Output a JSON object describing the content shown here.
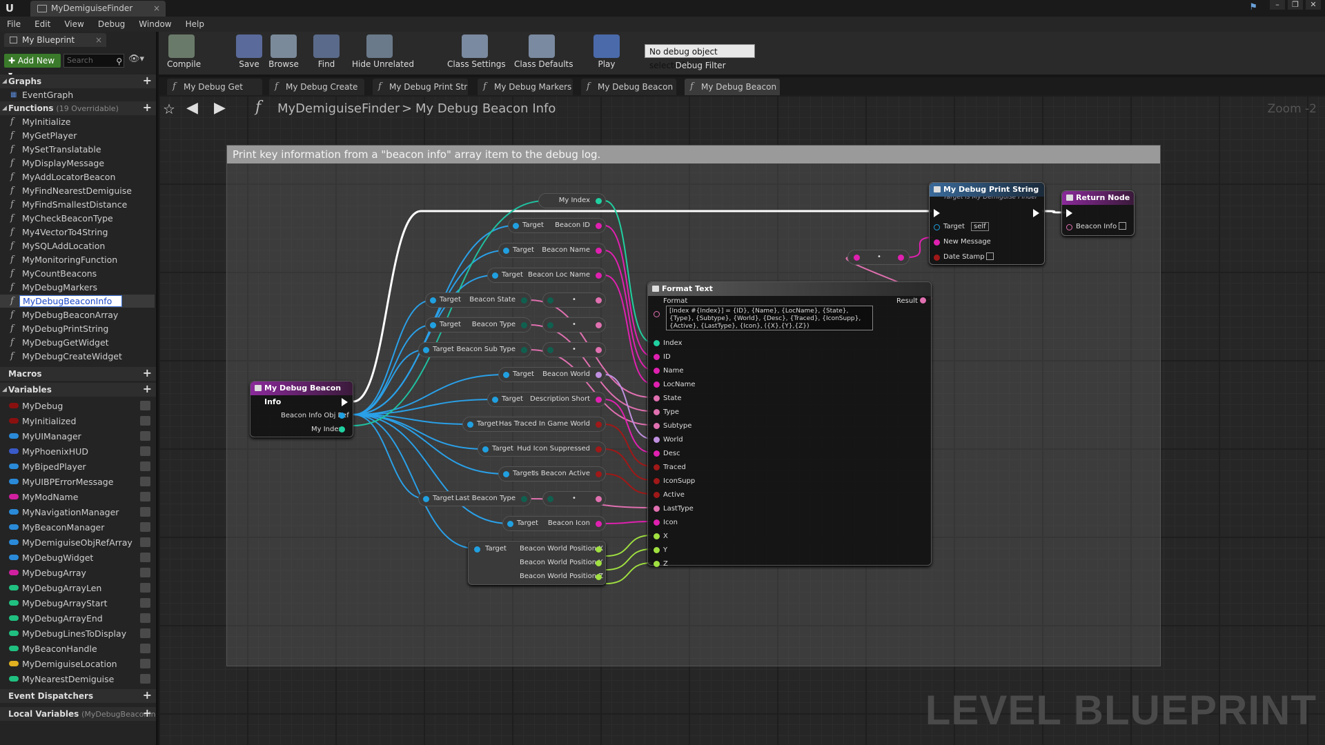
{
  "window": {
    "app_logo": "U",
    "doc_tab": "MyDemiguiseFinder"
  },
  "menu": [
    "File",
    "Edit",
    "View",
    "Debug",
    "Window",
    "Help"
  ],
  "left": {
    "bp_tab": "My Blueprint",
    "add_new": "Add New",
    "search_placeholder": "Search",
    "graphs_header": "Graphs",
    "event_graph": "EventGraph",
    "functions_header": "Functions",
    "functions_sub": "(19 Overridable)",
    "functions": [
      "MyInitialize",
      "MyGetPlayer",
      "MySetTranslatable",
      "MyDisplayMessage",
      "MyAddLocatorBeacon",
      "MyFindNearestDemiguise",
      "MyFindSmallestDistance",
      "MyCheckBeaconType",
      "My4VectorTo4String",
      "MySQLAddLocation",
      "MyMonitoringFunction",
      "MyCountBeacons",
      "MyDebugMarkers",
      "MyDebugBeaconInfo",
      "MyDebugBeaconArray",
      "MyDebugPrintString",
      "MyDebugGetWidget",
      "MyDebugCreateWidget"
    ],
    "selected_function": "MyDebugBeaconInfo",
    "macros_header": "Macros",
    "variables_header": "Variables",
    "variables": [
      {
        "name": "MyDebug",
        "color": "#8a1010"
      },
      {
        "name": "MyInitialized",
        "color": "#8a1010"
      },
      {
        "name": "MyUIManager",
        "color": "#2a8ad8"
      },
      {
        "name": "MyPhoenixHUD",
        "color": "#3a5ac8"
      },
      {
        "name": "MyBipedPlayer",
        "color": "#2a8ad8"
      },
      {
        "name": "MyUIBPErrorMessage",
        "color": "#2a8ad8"
      },
      {
        "name": "MyModName",
        "color": "#d020a0"
      },
      {
        "name": "MyNavigationManager",
        "color": "#2a8ad8"
      },
      {
        "name": "MyBeaconManager",
        "color": "#2a8ad8"
      },
      {
        "name": "MyDemiguiseObjRefArray",
        "color": "#2a8ad8"
      },
      {
        "name": "MyDebugWidget",
        "color": "#2a8ad8"
      },
      {
        "name": "MyDebugArray",
        "color": "#d020a0"
      },
      {
        "name": "MyDebugArrayLen",
        "color": "#20c080"
      },
      {
        "name": "MyDebugArrayStart",
        "color": "#20c080"
      },
      {
        "name": "MyDebugArrayEnd",
        "color": "#20c080"
      },
      {
        "name": "MyDebugLinesToDisplay",
        "color": "#20c080"
      },
      {
        "name": "MyBeaconHandle",
        "color": "#20c080"
      },
      {
        "name": "MyDemiguiseLocation",
        "color": "#e0b020"
      },
      {
        "name": "MyNearestDemiguise",
        "color": "#20c080"
      }
    ],
    "event_dispatchers_header": "Event Dispatchers",
    "local_vars_header": "Local Variables",
    "local_vars_sub": "(MyDebugBeaconIn"
  },
  "toolbar": {
    "buttons": [
      {
        "label": "Compile",
        "icon": "compile-icon"
      },
      {
        "label": "Save",
        "icon": "save-icon"
      },
      {
        "label": "Browse",
        "icon": "browse-icon"
      },
      {
        "label": "Find",
        "icon": "find-icon"
      },
      {
        "label": "Hide Unrelated",
        "icon": "hide-unrelated-icon"
      },
      {
        "label": "Class Settings",
        "icon": "class-settings-icon"
      },
      {
        "label": "Class Defaults",
        "icon": "class-defaults-icon"
      },
      {
        "label": "Play",
        "icon": "play-icon"
      }
    ],
    "debug_select": "No debug object selected",
    "debug_filter": "Debug Filter"
  },
  "graph_tabs": [
    "My Debug Get Widg",
    "My Debug Create V",
    "My Debug Print Str",
    "My Debug Markers",
    "My Debug Beacon",
    "My Debug Beacon"
  ],
  "breadcrumb": [
    "MyDemiguiseFinder",
    "My Debug Beacon Info"
  ],
  "zoom": "Zoom -2",
  "watermark": "LEVEL BLUEPRINT",
  "comment": "Print key information from a \"beacon info\" array item to the debug log.",
  "nodes": {
    "entry": {
      "title": "My Debug Beacon Info",
      "pin_ref": "Beacon Info Obj Ref",
      "pin_index": "My Index"
    },
    "print": {
      "title": "My Debug Print String",
      "subtitle": "Target is My Demiguise Finder",
      "target": "Target",
      "target_val": "self",
      "message": "New Message",
      "date": "Date Stamp"
    },
    "return": {
      "title": "Return Node",
      "pin": "Beacon Info"
    },
    "format": {
      "title": "Format Text",
      "format_label": "Format",
      "result": "Result",
      "format_value": "[Index #{Index}] = {ID}, {Name}, {LocName}, {State}, {Type}, {Subtype}, {World}, {Desc}, {Traced}, {IconSupp}, {Active}, {LastType}, {Icon}, ({X},{Y},{Z})",
      "pins": [
        "Index",
        "ID",
        "Name",
        "LocName",
        "State",
        "Type",
        "Subtype",
        "World",
        "Desc",
        "Traced",
        "IconSupp",
        "Active",
        "LastType",
        "Icon",
        "X",
        "Y",
        "Z"
      ]
    },
    "getters": [
      {
        "target": "",
        "label": "My Index"
      },
      {
        "target": "Target",
        "label": "Beacon ID"
      },
      {
        "target": "Target",
        "label": "Beacon Name"
      },
      {
        "target": "Target",
        "label": "Beacon Loc Name"
      },
      {
        "target": "Target",
        "label": "Beacon State"
      },
      {
        "target": "Target",
        "label": "Beacon Type"
      },
      {
        "target": "Target",
        "label": "Beacon Sub Type"
      },
      {
        "target": "Target",
        "label": "Beacon World"
      },
      {
        "target": "Target",
        "label": "Description Short"
      },
      {
        "target": "Target",
        "label": "Has Traced In Game World"
      },
      {
        "target": "Target",
        "label": "Hud Icon Suppressed"
      },
      {
        "target": "Target",
        "label": "Is Beacon Active"
      },
      {
        "target": "Target",
        "label": "Last Beacon Type"
      },
      {
        "target": "Target",
        "label": "Beacon Icon"
      }
    ],
    "position": {
      "target": "Target",
      "x": "Beacon World Position X",
      "y": "Beacon World Position Y",
      "z": "Beacon World Position Z"
    }
  },
  "colors": {
    "string": "#e020b0",
    "int": "#20d0a0",
    "float": "#a0e040",
    "bool": "#a01818",
    "object": "#20a0e0",
    "exec": "#ffffff",
    "text": "#e070b0",
    "byte": "#106050"
  }
}
